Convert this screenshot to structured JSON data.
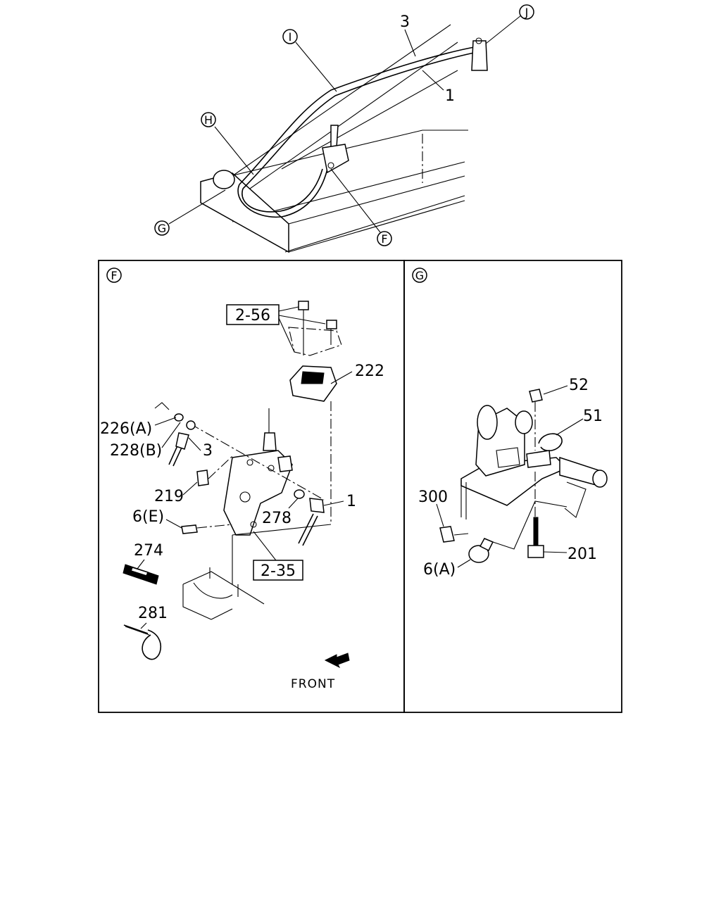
{
  "overview": {
    "callouts": [
      "I",
      "J",
      "H",
      "G",
      "F"
    ],
    "part_labels": {
      "cable_3": "3",
      "cable_1": "1"
    }
  },
  "panel_f": {
    "marker": "F",
    "ref_boxes": [
      "2-56",
      "2-35"
    ],
    "labels": {
      "p222": "222",
      "p226": "226(A)",
      "p228": "228(B)",
      "p3": "3",
      "p219": "219",
      "p1": "1",
      "p6e": "6(E)",
      "p278": "278",
      "p274": "274",
      "p281": "281"
    },
    "front_label": "FRONT"
  },
  "panel_g": {
    "marker": "G",
    "labels": {
      "p52": "52",
      "p51": "51",
      "p300": "300",
      "p201": "201",
      "p6a": "6(A)"
    }
  }
}
